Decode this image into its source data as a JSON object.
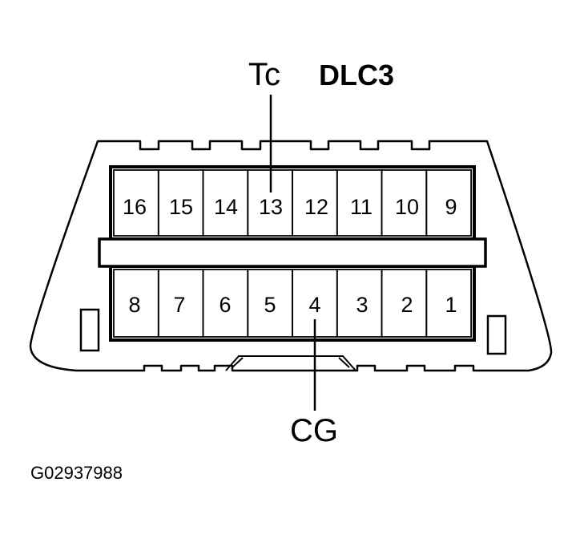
{
  "title": "DLC3",
  "callouts": {
    "top": "Tc",
    "bottom": "CG"
  },
  "top_row_pins": [
    "16",
    "15",
    "14",
    "13",
    "12",
    "11",
    "10",
    "9"
  ],
  "bottom_row_pins": [
    "8",
    "7",
    "6",
    "5",
    "4",
    "3",
    "2",
    "1"
  ],
  "figure_code": "G02937988",
  "colors": {
    "line": "#000000",
    "background": "#ffffff"
  }
}
